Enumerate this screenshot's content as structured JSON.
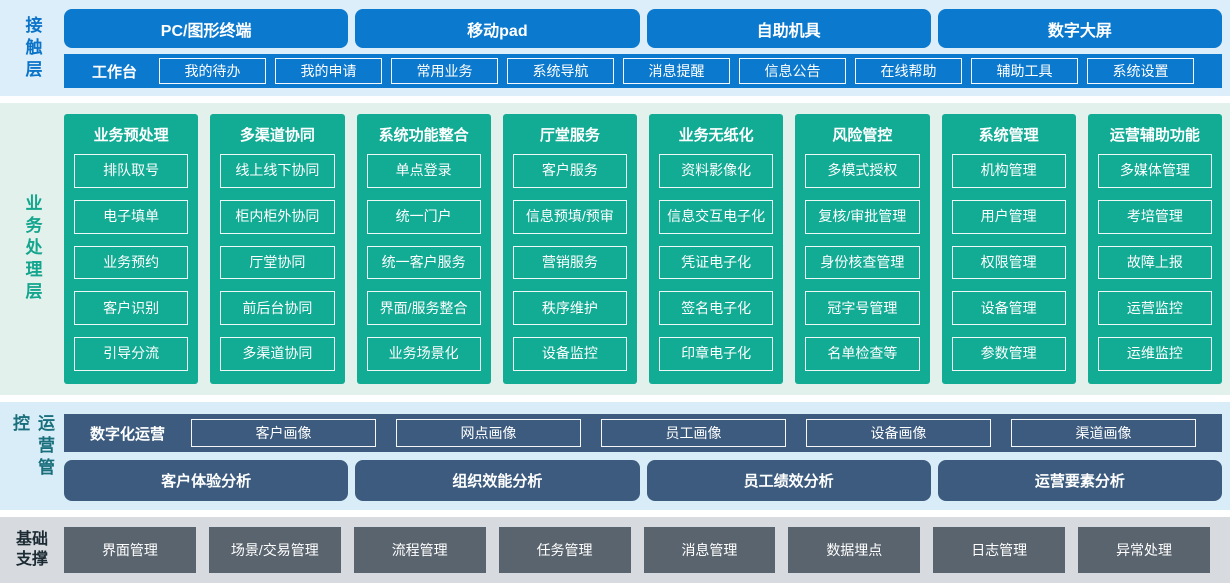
{
  "colors": {
    "blue": "#0b79ce",
    "teal": "#12ac95",
    "slate_blue": "#3c5b7e",
    "dark_gray": "#5a646e",
    "contact_band_bg": "#dceef9",
    "business_band_bg": "#e2f1ec",
    "ops_band_bg": "#d9edf8",
    "foundation_band_bg": "#d7dbe0",
    "contact_label": "#0b74c9",
    "business_label": "#13a58d",
    "ops_label": "#1a6f7c",
    "foundation_label": "#1c2b33"
  },
  "layers": {
    "contact": {
      "label": "接触层",
      "terminals": [
        "PC/图形终端",
        "移动pad",
        "自助机具",
        "数字大屏"
      ],
      "workbench": {
        "label": "工作台",
        "items": [
          "我的待办",
          "我的申请",
          "常用业务",
          "系统导航",
          "消息提醒",
          "信息公告",
          "在线帮助",
          "辅助工具",
          "系统设置"
        ]
      }
    },
    "business": {
      "label": "业务处理层",
      "columns": [
        {
          "title": "业务预处理",
          "items": [
            "排队取号",
            "电子填单",
            "业务预约",
            "客户识别",
            "引导分流"
          ]
        },
        {
          "title": "多渠道协同",
          "items": [
            "线上线下协同",
            "柜内柜外协同",
            "厅堂协同",
            "前后台协同",
            "多渠道协同"
          ]
        },
        {
          "title": "系统功能整合",
          "items": [
            "单点登录",
            "统一门户",
            "统一客户服务",
            "界面/服务整合",
            "业务场景化"
          ]
        },
        {
          "title": "厅堂服务",
          "items": [
            "客户服务",
            "信息预填/预审",
            "营销服务",
            "秩序维护",
            "设备监控"
          ]
        },
        {
          "title": "业务无纸化",
          "items": [
            "资料影像化",
            "信息交互电子化",
            "凭证电子化",
            "签名电子化",
            "印章电子化"
          ]
        },
        {
          "title": "风险管控",
          "items": [
            "多模式授权",
            "复核/审批管理",
            "身份核查管理",
            "冠字号管理",
            "名单检查等"
          ]
        },
        {
          "title": "系统管理",
          "items": [
            "机构管理",
            "用户管理",
            "权限管理",
            "设备管理",
            "参数管理"
          ]
        },
        {
          "title": "运营辅助功能",
          "items": [
            "多媒体管理",
            "考培管理",
            "故障上报",
            "运营监控",
            "运维监控"
          ]
        }
      ]
    },
    "ops": {
      "label": "运营管控",
      "digital": {
        "label": "数字化运营",
        "items": [
          "客户画像",
          "网点画像",
          "员工画像",
          "设备画像",
          "渠道画像"
        ]
      },
      "analysis": [
        "客户体验分析",
        "组织效能分析",
        "员工绩效分析",
        "运营要素分析"
      ]
    },
    "foundation": {
      "label": "基础支撑",
      "items": [
        "界面管理",
        "场景/交易管理",
        "流程管理",
        "任务管理",
        "消息管理",
        "数据埋点",
        "日志管理",
        "异常处理"
      ]
    }
  }
}
